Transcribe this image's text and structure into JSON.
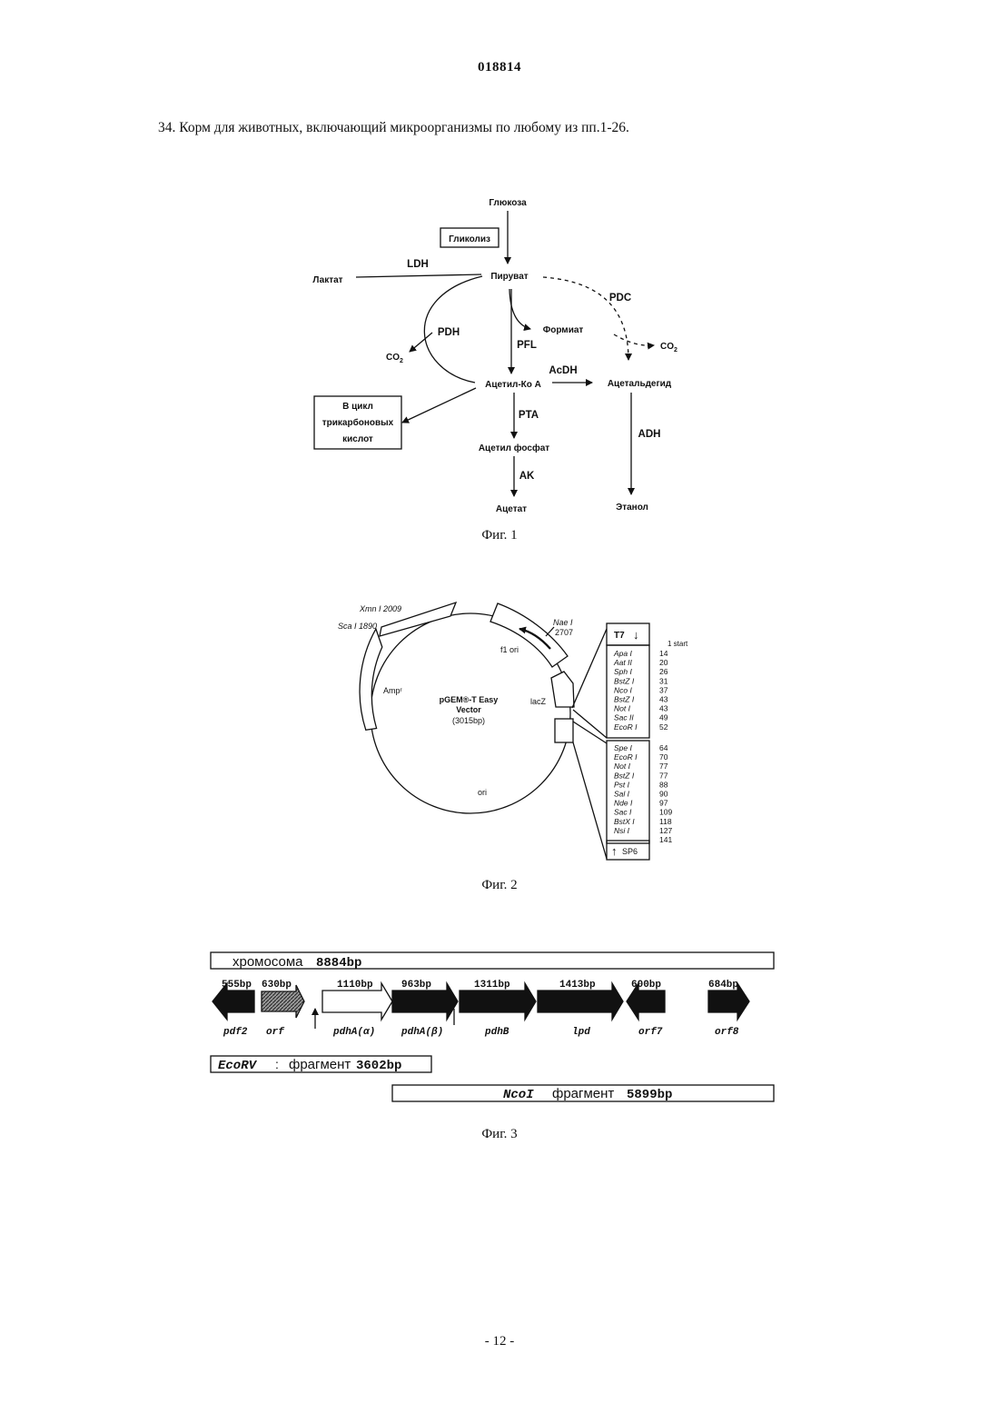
{
  "header": {
    "doc_number": "018814"
  },
  "claim": {
    "text": "34. Корм для животных, включающий микроорганизмы по любому из пп.1-26."
  },
  "fig1": {
    "caption": "Фиг. 1",
    "nodes": {
      "glucose": "Глюкоза",
      "glycolysis": "Гликолиз",
      "pyruvate": "Пируват",
      "lactate": "Лактат",
      "formate": "Формиат",
      "co2_left": "CO",
      "co2_right": "CO",
      "co2_sub": "2",
      "acetyl_coa": "Ацетил-Ко А",
      "acetaldehyde": "Ацетальдегид",
      "tca_line1": "В цикл",
      "tca_line2": "трикарбоновых",
      "tca_line3": "кислот",
      "acetyl_phosphate": "Ацетил фосфат",
      "acetate": "Ацетат",
      "ethanol": "Этанол"
    },
    "enzymes": {
      "ldh": "LDH",
      "pdc": "PDC",
      "pdh": "PDH",
      "pfl": "PFL",
      "acdh": "AcDH",
      "pta": "PTA",
      "ak": "AK",
      "adh": "ADH"
    }
  },
  "fig2": {
    "caption": "Фиг. 2",
    "plasmid_name_1": "pGEM®-T Easy",
    "plasmid_name_2": "Vector",
    "plasmid_size": "(3015bp)",
    "labels": {
      "xmn": "Xmn I 2009",
      "sca": "Sca I 1890",
      "nae": "Nae I",
      "nae_pos": "2707",
      "f1ori": "f1 ori",
      "amp": "Ampʳ",
      "lacz": "lacZ",
      "ori": "ori",
      "t7": "T7",
      "t7_arrow": "↓",
      "start": "1 start",
      "sp6": "SP6",
      "sp6_arrow": "↑"
    },
    "sites_top": [
      {
        "name": "Apa I",
        "pos": "14"
      },
      {
        "name": "Aat II",
        "pos": "20"
      },
      {
        "name": "Sph I",
        "pos": "26"
      },
      {
        "name": "BstZ I",
        "pos": "31"
      },
      {
        "name": "Nco I",
        "pos": "37"
      },
      {
        "name": "BstZ I",
        "pos": "43"
      },
      {
        "name": "Not I",
        "pos": "43"
      },
      {
        "name": "Sac II",
        "pos": "49"
      },
      {
        "name": "EcoR I",
        "pos": "52"
      }
    ],
    "sites_bottom": [
      {
        "name": "Spe I",
        "pos": "64"
      },
      {
        "name": "EcoR I",
        "pos": "70"
      },
      {
        "name": "Not I",
        "pos": "77"
      },
      {
        "name": "BstZ I",
        "pos": "77"
      },
      {
        "name": "Pst I",
        "pos": "88"
      },
      {
        "name": "Sal I",
        "pos": "90"
      },
      {
        "name": "Nde I",
        "pos": "97"
      },
      {
        "name": "Sac I",
        "pos": "109"
      },
      {
        "name": "BstX I",
        "pos": "118"
      },
      {
        "name": "Nsi I",
        "pos": "127"
      },
      {
        "name": "",
        "pos": "141"
      }
    ]
  },
  "fig3": {
    "caption": "Фиг. 3",
    "chromosome_label": "хромосома",
    "chromosome_size": "8884bp",
    "sizes": [
      "555bp",
      "630bp",
      "1110bp",
      "963bp",
      "1311bp",
      "1413bp",
      "600bp",
      "684bp"
    ],
    "genes": [
      "pdf2",
      "orf",
      "pdhA(α)",
      "pdhA(β)",
      "pdhB",
      "lpd",
      "orf7",
      "orf8"
    ],
    "ecorv_name": "EcoRV",
    "ecorv_sep": ":",
    "ecorv_word": "фрагмент",
    "ecorv_size": "3602bp",
    "ncoi_name": "NcoI",
    "ncoi_word": "фрагмент",
    "ncoi_size": "5899bp"
  },
  "footer": {
    "page_number": "- 12 -"
  }
}
